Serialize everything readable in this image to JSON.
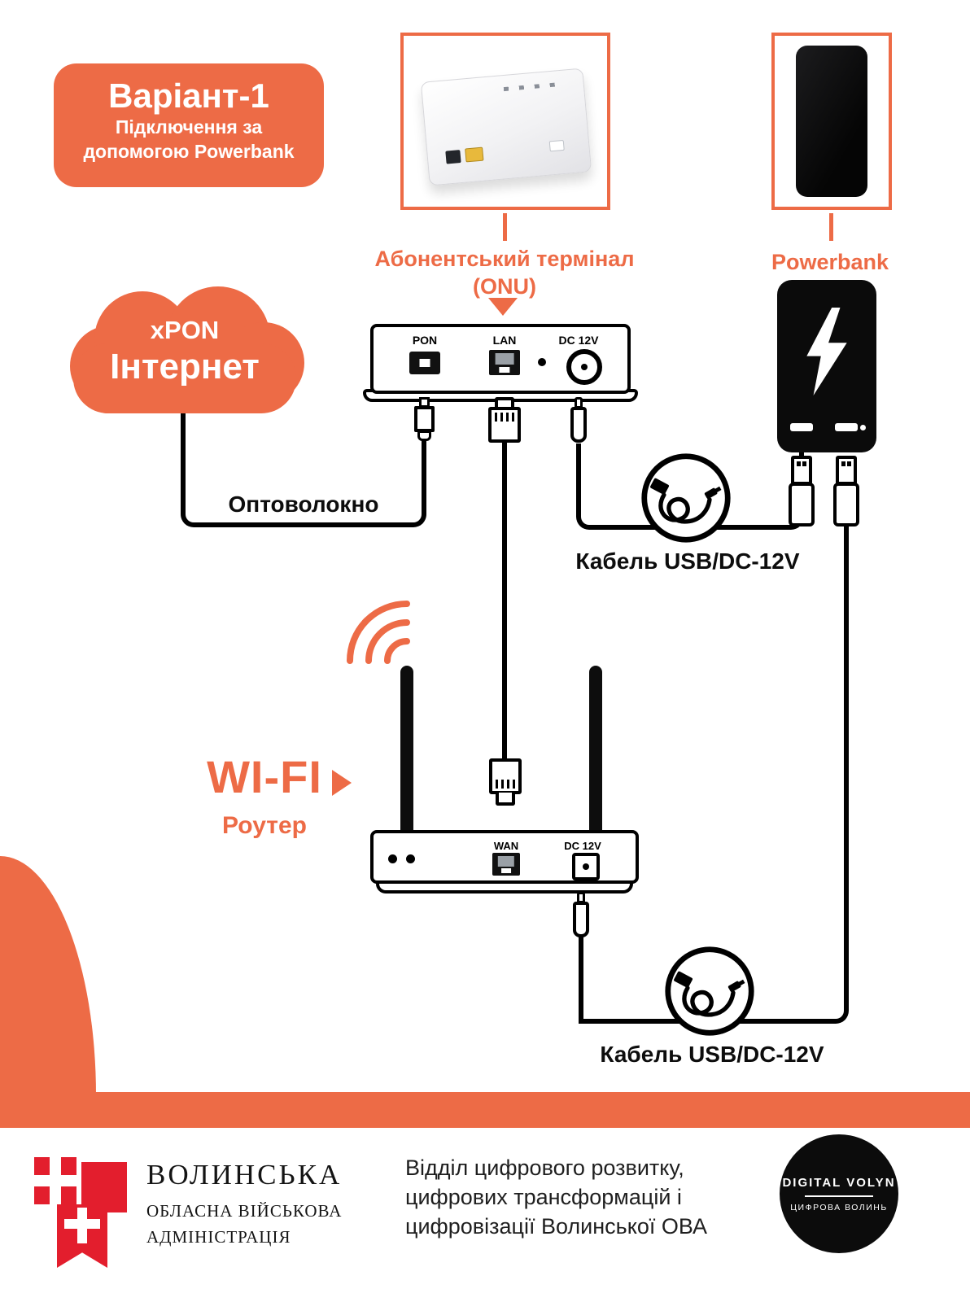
{
  "colors": {
    "orange": "#ED6B46",
    "red": "#E31E2D",
    "black": "#0B0B0B"
  },
  "title_card": {
    "title": "Варіант-1",
    "subtitle1": "Підключення за",
    "subtitle2": "допомогою Powerbank"
  },
  "cloud": {
    "line1": "xPON",
    "line2": "Інтернет"
  },
  "onu": {
    "label1": "Абонентський термінал",
    "label2": "(ONU)",
    "port_pon": "PON",
    "port_lan": "LAN",
    "port_dc": "DC 12V"
  },
  "powerbank": {
    "label": "Powerbank"
  },
  "cables": {
    "fiber": "Оптоволокно",
    "usb_dc_top": "Кабель USB/DC-12V",
    "usb_dc_bottom": "Кабель USB/DC-12V"
  },
  "router": {
    "wifi": "WI-FI",
    "label": "Роутер",
    "port_wan": "WAN",
    "port_dc": "DC 12V"
  },
  "footer": {
    "org1": "ВОЛИНСЬКА",
    "org2": "ОБЛАСНА ВІЙСЬКОВА",
    "org3": "АДМІНІСТРАЦІЯ",
    "dept1": "Відділ цифрового розвитку,",
    "dept2": "цифрових трансформацій і",
    "dept3": "цифровізації Волинської ОВА",
    "badge1": "DIGITAL VOLYN",
    "badge2": "ЦИФРОВА ВОЛИНЬ"
  }
}
